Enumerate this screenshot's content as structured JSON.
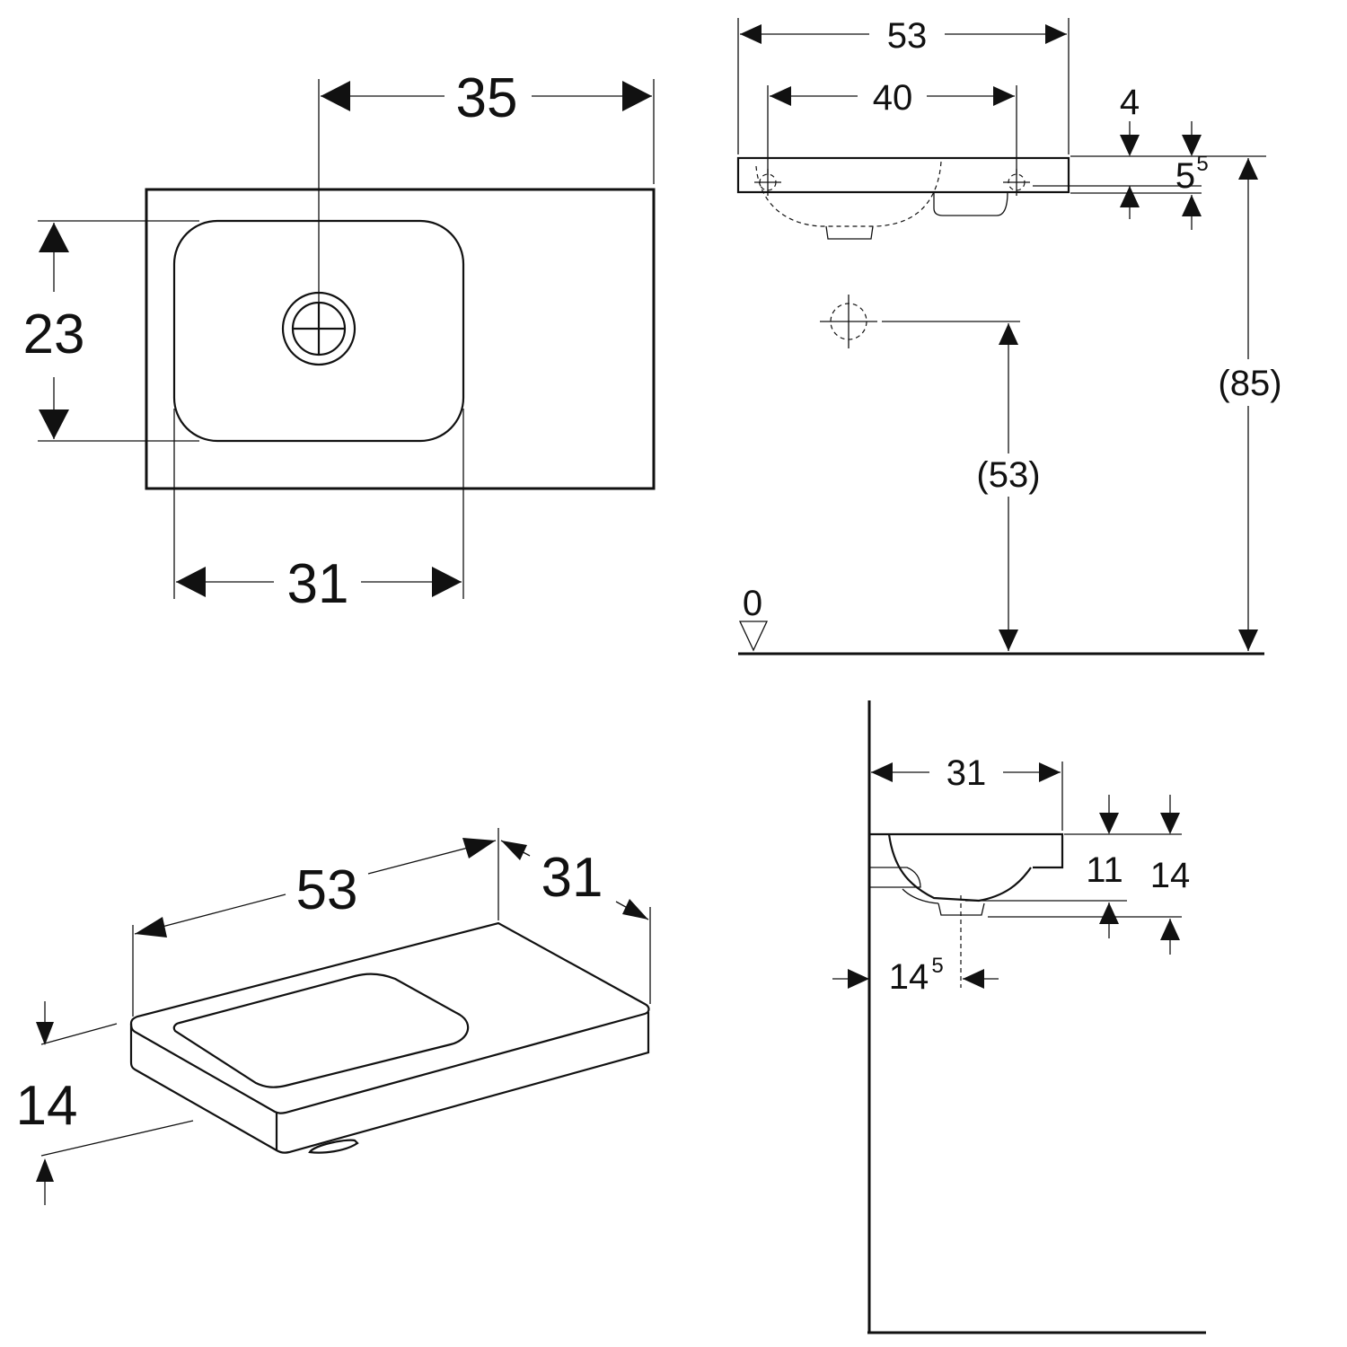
{
  "top_view": {
    "dim_width_center": "35",
    "dim_depth": "23",
    "dim_bowl_width": "31"
  },
  "front_view": {
    "dim_total_width": "53",
    "dim_tap_spacing": "40",
    "dim_top_offset": "4",
    "dim_overflow_base": "5",
    "dim_overflow_sup": "5",
    "dim_outlet_height": "(53)",
    "dim_rim_height": "(85)",
    "floor_level": "0"
  },
  "iso_view": {
    "dim_width": "53",
    "dim_depth": "31",
    "dim_height": "14"
  },
  "side_view": {
    "dim_depth": "31",
    "dim_bowl_height": "11",
    "dim_total_height": "14",
    "dim_outlet_offset_base": "14",
    "dim_outlet_offset_sup": "5"
  }
}
